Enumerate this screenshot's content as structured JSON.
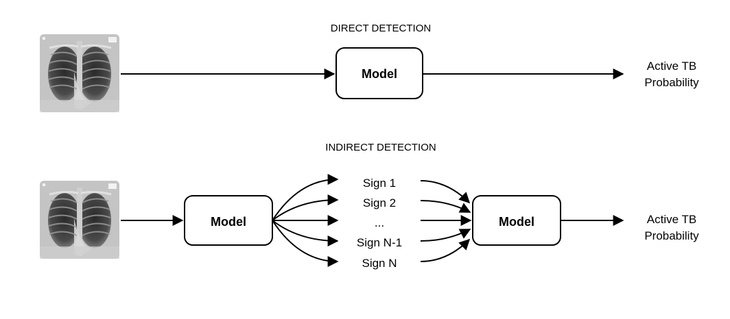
{
  "direct": {
    "title": "DIRECT DETECTION",
    "model_label": "Model",
    "output_line1": "Active TB",
    "output_line2": "Probability"
  },
  "indirect": {
    "title": "INDIRECT DETECTION",
    "model1_label": "Model",
    "model2_label": "Model",
    "signs": [
      "Sign 1",
      "Sign 2",
      "...",
      "Sign N-1",
      "Sign N"
    ],
    "output_line1": "Active TB",
    "output_line2": "Probability"
  },
  "colors": {
    "stroke": "#000000",
    "background": "#ffffff",
    "xray_dark": "#1a1a1a"
  },
  "icons": {
    "xray": "chest-xray-image"
  }
}
